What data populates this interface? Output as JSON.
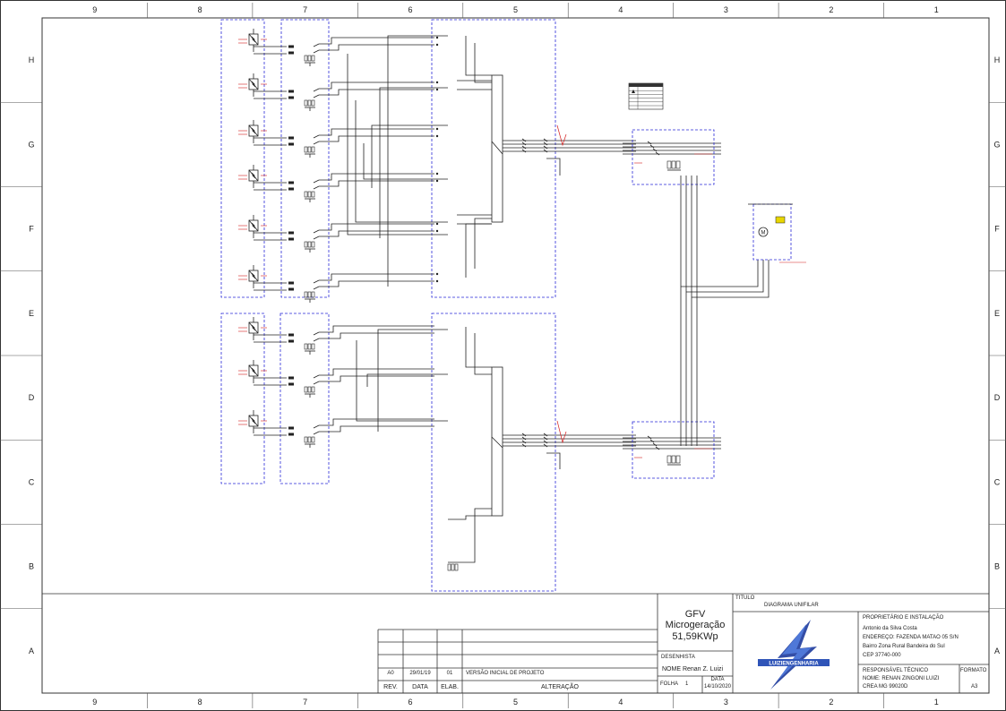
{
  "zones": {
    "columns": [
      "9",
      "8",
      "7",
      "6",
      "5",
      "4",
      "3",
      "2",
      "1"
    ],
    "rows": [
      "H",
      "G",
      "F",
      "E",
      "D",
      "C",
      "B",
      "A"
    ]
  },
  "title_block": {
    "project_line1": "GFV",
    "project_line2": "Microgeração",
    "project_power": "51,59KWp",
    "titulo_label": "TITULO",
    "titulo_value": "DIAGRAMA UNIFILAR",
    "desenhista_label": "DESENHISTA",
    "desenhista_value": "NOME Renan Z. Luizi",
    "folha_label": "FOLHA",
    "folha_value": "1",
    "data_label": "DATA",
    "data_value": "14/10/2020",
    "owner_header": "PROPRIETÁRIO E INSTALAÇÃO",
    "owner_name": "Antonio da Silva Costa",
    "owner_address": "ENDEREÇO: FAZENDA MATAO 05 S/N",
    "owner_district": "Bairro Zona Rural Bandeira do Sul",
    "owner_cep": "CEP 37740-000",
    "resp_header": "RESPONSÁVEL TÉCNICO",
    "resp_name": "NOME: RENAN ZINGONI LUIZI",
    "resp_crea": "CREA   MG 99020D",
    "formato_label": "FORMATO",
    "formato_value": "A3",
    "logo_text": "LUIZIENGENHARIA"
  },
  "revisions": {
    "row": {
      "rev": "A0",
      "date": "29/01/19",
      "elab": "01",
      "desc": "VERSÃO INICIAL DE PROJETO"
    },
    "headers": {
      "rev": "REV.",
      "date": "DATA",
      "elab": "ELAB.",
      "desc": "ALTERAÇÃO"
    }
  },
  "colors": {
    "ink": "#222222",
    "dashed_box": "#2a2ad8",
    "accent": "#d42020"
  },
  "diagram": {
    "upper_string_count": 6,
    "lower_string_count": 3,
    "meter_symbol": "M"
  }
}
